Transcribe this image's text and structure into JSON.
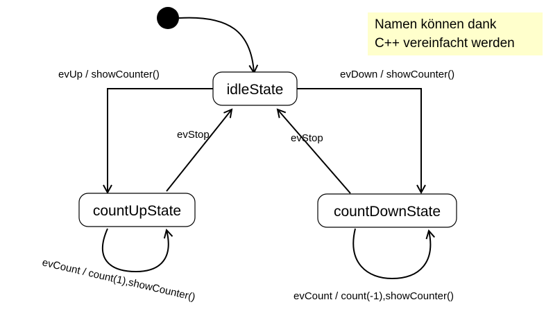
{
  "note": {
    "line1": "Namen können dank",
    "line2": "C++ vereinfacht werden",
    "color": "#ffffcc"
  },
  "states": {
    "idle": "idleState",
    "count_up": "countUpState",
    "count_down": "countDownState"
  },
  "transitions": {
    "ev_up": "evUp / showCounter()",
    "ev_down": "evDown / showCounter()",
    "stop_from_up": "evStop",
    "stop_from_down": "evStop",
    "count_up_self": "evCount / count(1),showCounter()",
    "count_down_self": "evCount / count(-1),showCounter()"
  }
}
